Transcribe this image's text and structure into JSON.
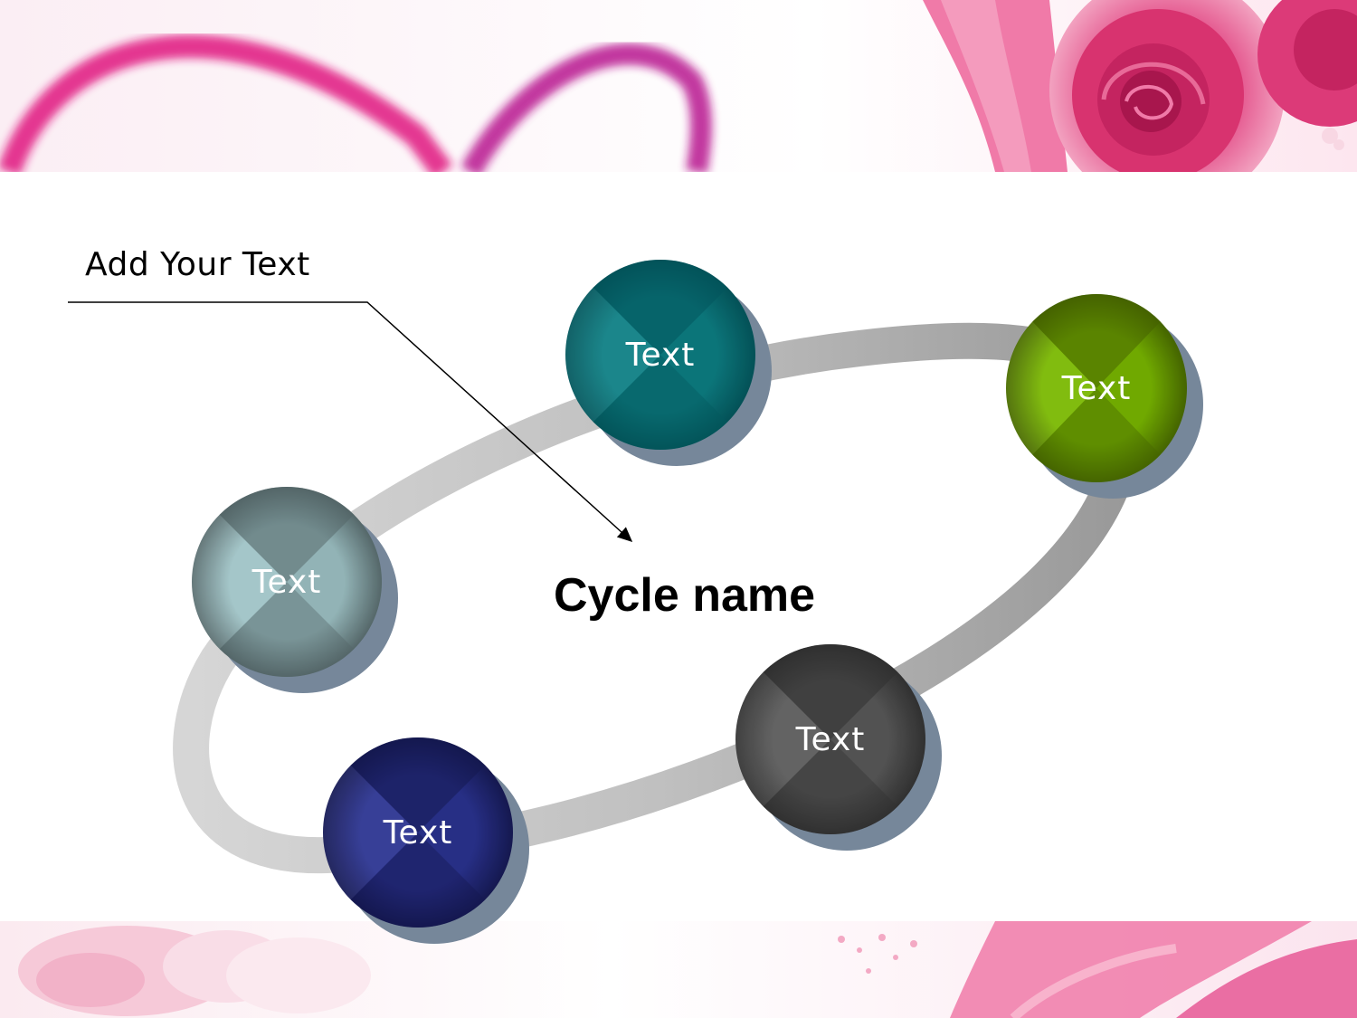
{
  "callout": {
    "text": "Add Your Text"
  },
  "center": {
    "title": "Cycle name"
  },
  "nodes": [
    {
      "label": "Text",
      "color": "teal",
      "base": "#0d7f84",
      "dark": "#024f55"
    },
    {
      "label": "Text",
      "color": "olive-green",
      "base": "#7ab800",
      "dark": "#3f5a00"
    },
    {
      "label": "Text",
      "color": "slate-gray",
      "base": "#9fc3c6",
      "dark": "#4c5c5e"
    },
    {
      "label": "Text",
      "color": "charcoal",
      "base": "#5a5a5a",
      "dark": "#2c2c2c"
    },
    {
      "label": "Text",
      "color": "navy",
      "base": "#2b3391",
      "dark": "#121548"
    }
  ],
  "theme": {
    "accent": "#e0147f",
    "rose": "#e13f80",
    "ring_light": "#d2d2d2",
    "ring_dark": "#a0a0a0"
  }
}
